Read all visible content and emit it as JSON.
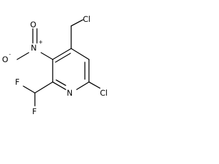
{
  "molecule": {
    "atoms": {
      "cl_methyl": "Cl",
      "cl_ring": "Cl",
      "n_ring": "N",
      "n_nitro": "N",
      "nitro_o_top": "O",
      "nitro_o_left": "O",
      "f_left": "F",
      "f_bottom": "F"
    },
    "charges": {
      "nitro_n": "+",
      "nitro_o": "-"
    }
  }
}
